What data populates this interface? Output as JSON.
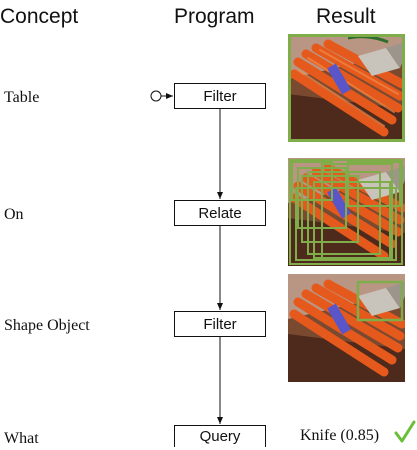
{
  "headers": {
    "concept": "Concept",
    "program": "Program",
    "result": "Result"
  },
  "steps": [
    {
      "concept": "Table",
      "program": "Filter"
    },
    {
      "concept": "On",
      "program": "Relate"
    },
    {
      "concept": "Shape Object",
      "program": "Filter"
    },
    {
      "concept": "What",
      "program": "Query"
    }
  ],
  "answer": "Knife (0.85)",
  "colors": {
    "box": "#7fad4a",
    "check": "#6abf3a",
    "line": "#111111"
  },
  "icons": {
    "check": "check-icon"
  }
}
